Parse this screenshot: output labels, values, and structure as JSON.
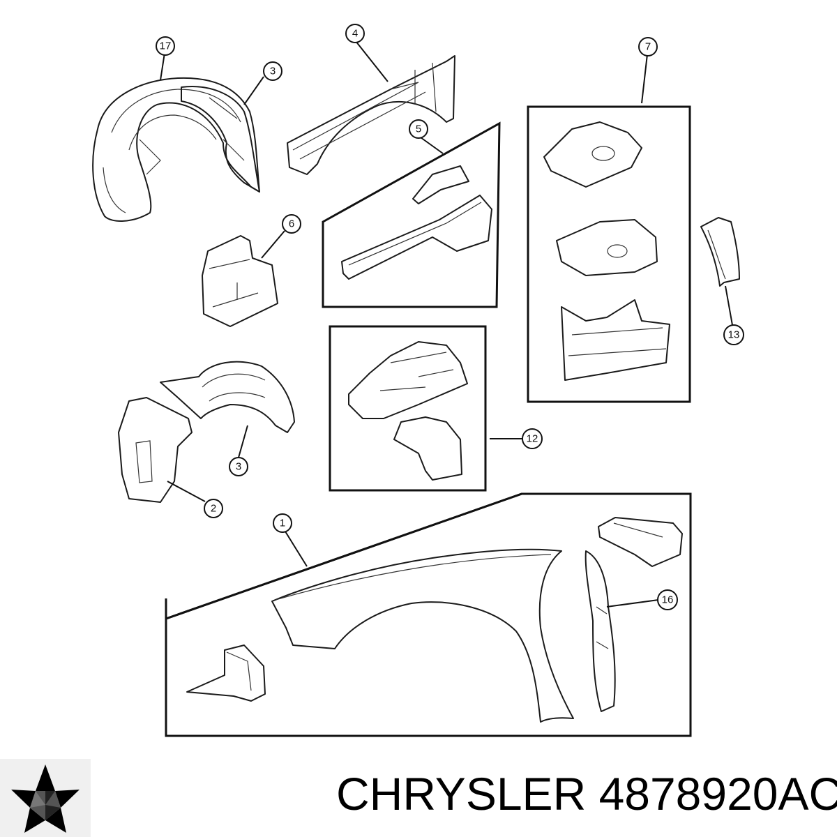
{
  "diagram": {
    "callouts": [
      {
        "id": "c17",
        "label": "17"
      },
      {
        "id": "c3a",
        "label": "3"
      },
      {
        "id": "c4",
        "label": "4"
      },
      {
        "id": "c5",
        "label": "5"
      },
      {
        "id": "c6",
        "label": "6"
      },
      {
        "id": "c7",
        "label": "7"
      },
      {
        "id": "c13",
        "label": "13"
      },
      {
        "id": "c12",
        "label": "12"
      },
      {
        "id": "c3b",
        "label": "3"
      },
      {
        "id": "c2",
        "label": "2"
      },
      {
        "id": "c1",
        "label": "1"
      },
      {
        "id": "c16",
        "label": "16"
      }
    ]
  },
  "brand": {
    "logo": "chrysler-pentastar-logo",
    "text": "CHRYSLER 4878920AC",
    "color": "#000000"
  }
}
